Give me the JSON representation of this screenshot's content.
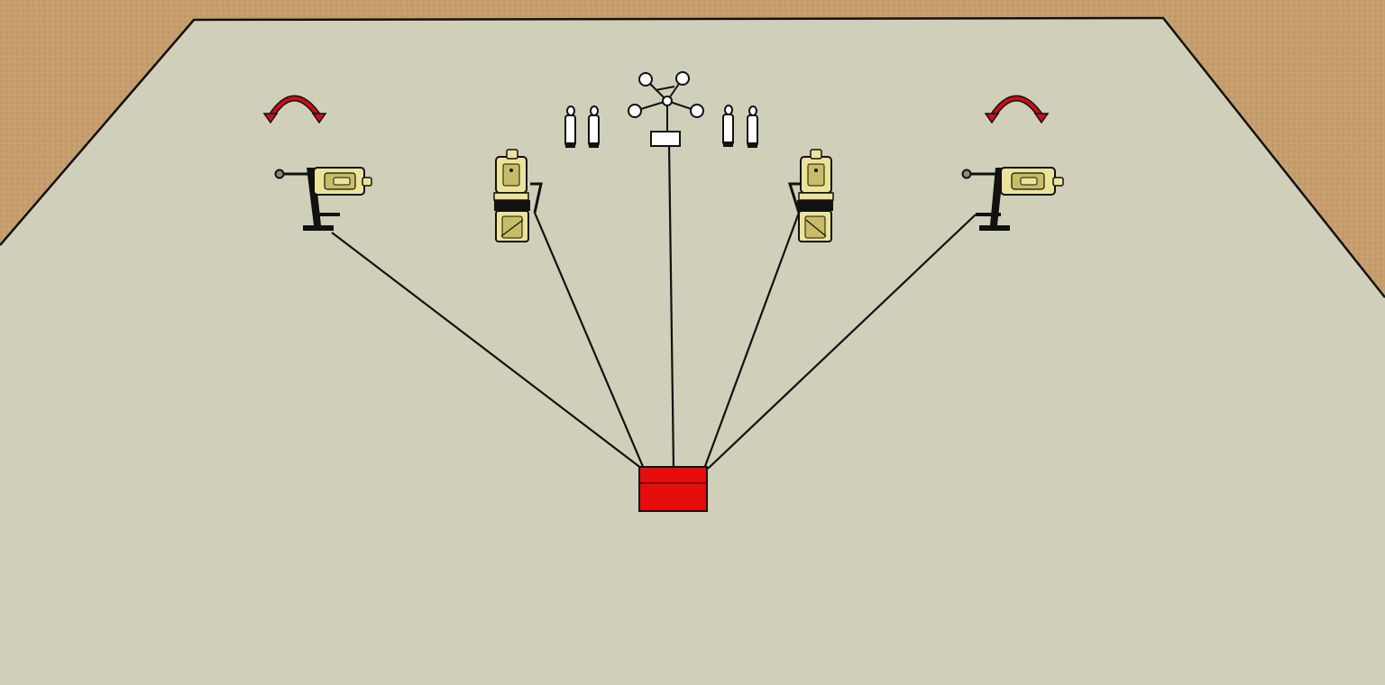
{
  "scene": {
    "kind": "shooting-stage-layout",
    "palette": {
      "floor": "#d0cfba",
      "berm": "#c9a273",
      "berm_top": "#dbb887",
      "line": "#111111",
      "shooting_box": "#e60c0c",
      "target_tan": "#ece39a",
      "target_tan_dark": "#c8bd66",
      "arrow_red": "#c90f14",
      "no_shoot": "#ffffff"
    },
    "elements": [
      {
        "id": "shooting-box",
        "type": "shooting-box",
        "color_key": "shooting_box"
      },
      {
        "id": "target-far-left",
        "type": "swinger-target",
        "icon": "rotate-arrow-icon"
      },
      {
        "id": "target-left",
        "type": "drop-turner-target"
      },
      {
        "id": "target-center",
        "type": "plate-rack-spinner"
      },
      {
        "id": "target-right",
        "type": "drop-turner-target"
      },
      {
        "id": "target-far-right",
        "type": "swinger-target",
        "icon": "rotate-arrow-icon"
      },
      {
        "id": "no-shoot-left",
        "type": "no-shoot-pair"
      },
      {
        "id": "no-shoot-right",
        "type": "no-shoot-pair"
      }
    ]
  }
}
